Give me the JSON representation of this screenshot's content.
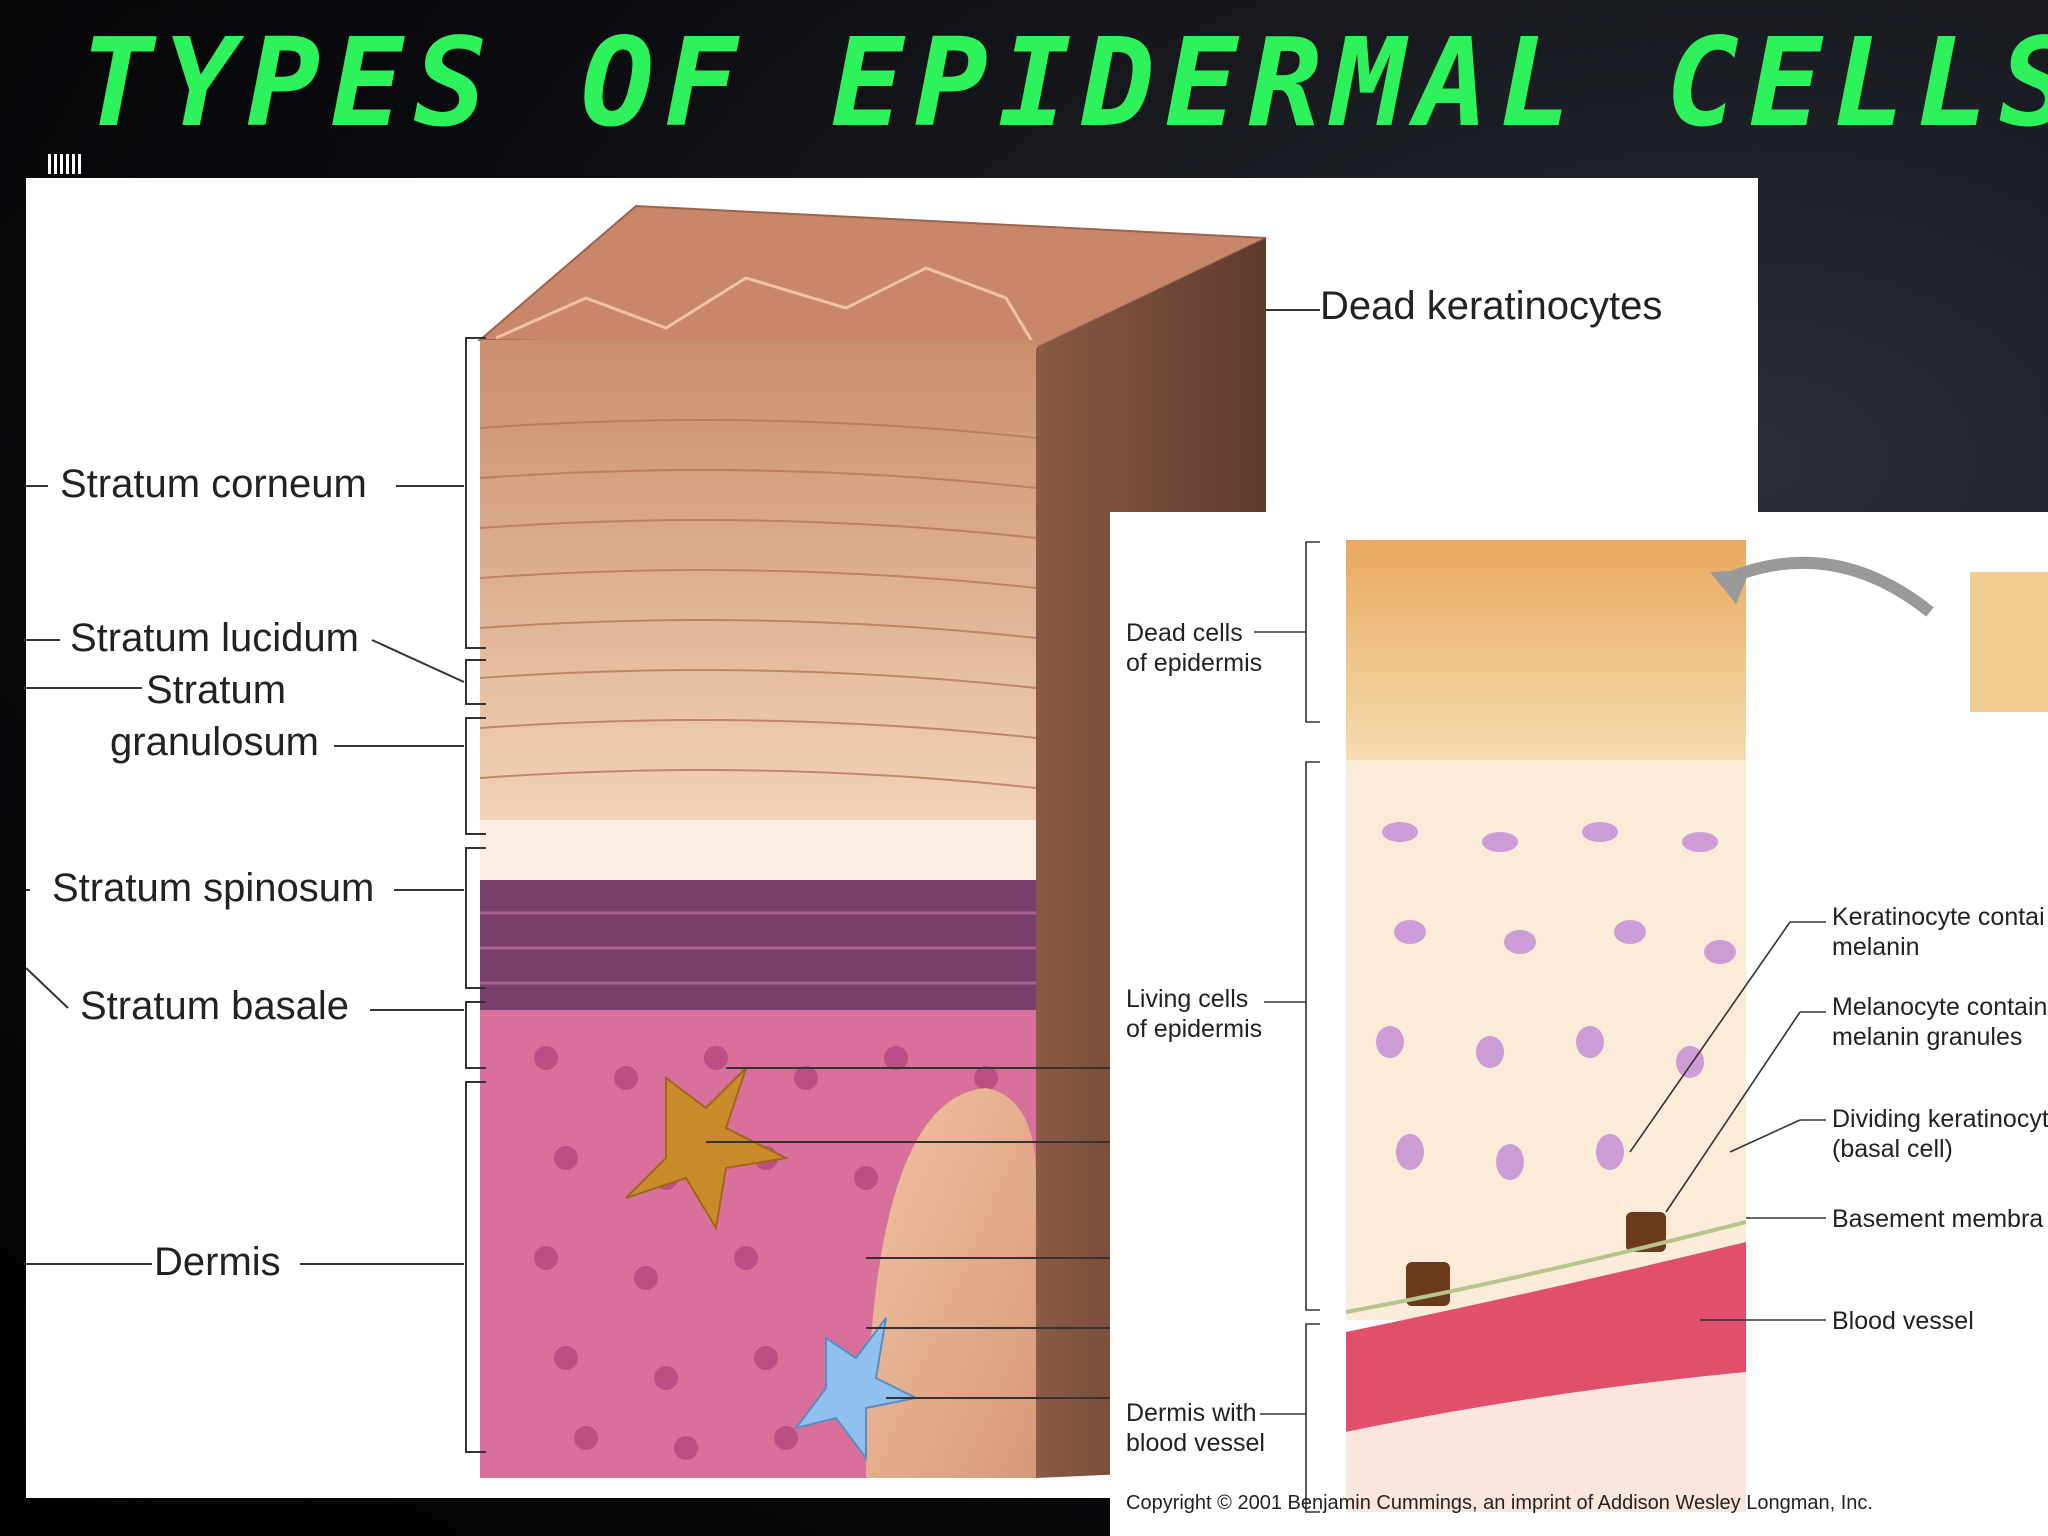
{
  "title": "TYPES OF EPIDERMAL CELLS",
  "left_figure": {
    "labels": {
      "dead_keratinocytes": "Dead keratinocytes",
      "stratum_corneum": "Stratum corneum",
      "stratum_lucidum": "Stratum lucidum",
      "stratum_granulosum_1": "Stratum",
      "stratum_granulosum_2": "granulosum",
      "stratum_spinosum": "Stratum spinosum",
      "stratum_basale": "Stratum basale",
      "dermis": "Dermis"
    }
  },
  "right_figure": {
    "labels": {
      "dead_cells_1": "Dead cells",
      "dead_cells_2": "of epidermis",
      "living_cells_1": "Living cells",
      "living_cells_2": "of epidermis",
      "dermis_vessel_1": "Dermis with",
      "dermis_vessel_2": "blood vessel",
      "keratinocyte_melanin_1": "Keratinocyte contai",
      "keratinocyte_melanin_2": "melanin",
      "melanocyte_1": "Melanocyte contain",
      "melanocyte_2": "melanin granules",
      "dividing_1": "Dividing keratinocyt",
      "dividing_2": "(basal cell)",
      "basement_membrane": "Basement membra",
      "blood_vessel": "Blood vessel"
    },
    "copyright": "Copyright © 2001 Benjamin Cummings, an imprint of Addison Wesley Longman, Inc."
  },
  "colors": {
    "title": "#2ef25c",
    "corneum": "#e7b48f",
    "granulosum": "#7a3e6a",
    "spinosum": "#d9709c",
    "dermis": "#e8b59a",
    "melanocyte": "#c98a2a",
    "langerhans": "#8fc0ee"
  }
}
